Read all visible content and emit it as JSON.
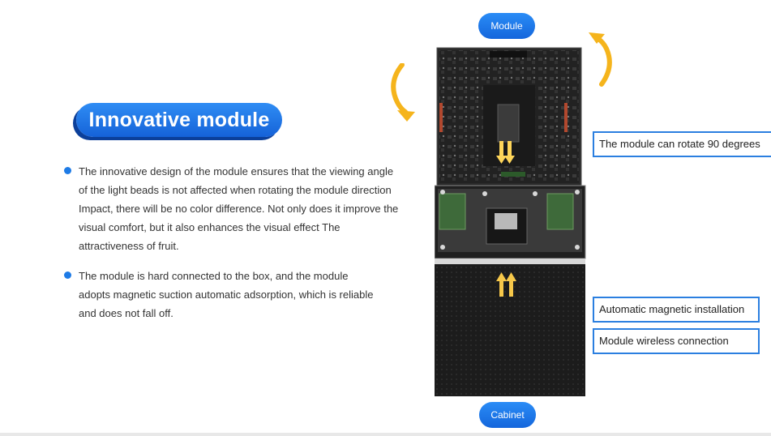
{
  "title": "Innovative module",
  "bullets": [
    {
      "lines": [
        "The innovative design of the module ensures that the viewing angle",
        "of the light beads is not affected when rotating the module direction",
        "Impact, there will be no color difference. Not only does it improve the",
        "visual comfort, but it also enhances the visual effect  The",
        "attractiveness of fruit."
      ]
    },
    {
      "lines": [
        "The module is hard connected to the box, and the module",
        "adopts magnetic suction automatic adsorption, which is reliable",
        "and does not fall off."
      ]
    }
  ],
  "labels": {
    "module": "Module",
    "cabinet": "Cabinet",
    "rotate": "The module can rotate 90 degrees",
    "magnetic": "Automatic magnetic installation",
    "wireless": "Module wireless connection"
  },
  "colors": {
    "accent": "#1e7be6",
    "arrow_yellow": "#f5b41c",
    "arrow_up": "#f7c84a"
  },
  "icons": {
    "rotate_left": "curved-arrow-left-icon",
    "rotate_right": "curved-arrow-right-icon",
    "down": "double-arrow-down-icon",
    "up": "double-arrow-up-icon"
  }
}
